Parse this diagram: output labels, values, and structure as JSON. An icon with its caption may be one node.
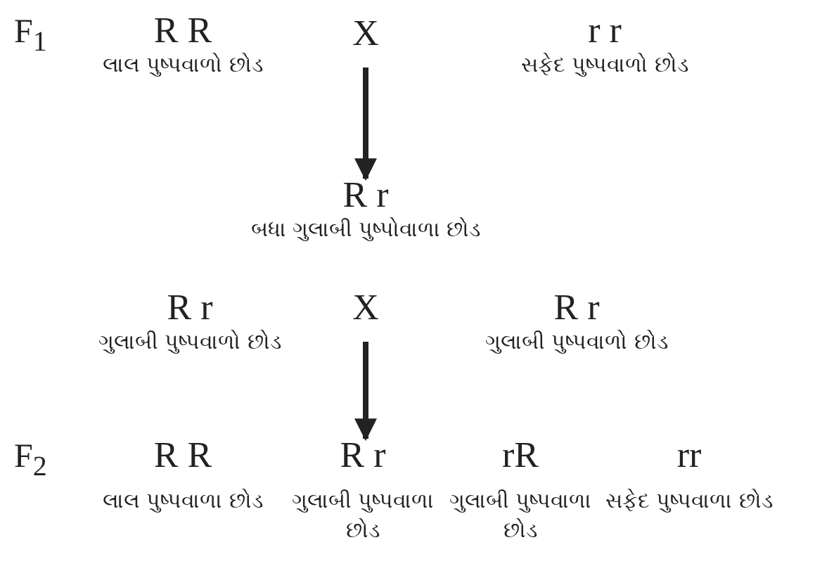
{
  "diagram": {
    "nodes": [
      {
        "text": [
          "R R",
          "લાલ પુષ્પવાળો છોડ"
        ]
      },
      {
        "text": [
          "X"
        ]
      },
      {
        "text": [
          "r r",
          "સફેદ પુષ્પવાળો છોડ"
        ]
      },
      {
        "text": [
          "R r",
          "બધા ગુલાબી પુષ્પોવાળા છોડ"
        ]
      },
      {
        "text": [
          "R r",
          "ગુલાબી પુષ્પવાળો છોડ"
        ]
      },
      {
        "text": [
          "X"
        ]
      },
      {
        "text": [
          "R r",
          "ગુલાબી પુષ્પવાળો છોડ"
        ]
      },
      {
        "text": [
          "R R",
          "લાલ પુષ્પવાળા છોડ"
        ]
      },
      {
        "text": [
          "R r",
          "ગુલાબી પુષ્પવાળા છોડ"
        ]
      },
      {
        "text": [
          "rR",
          "ગુલાબી પુષ્પવાળા છોડ"
        ]
      },
      {
        "text": [
          "rr",
          "સફેદ પુષ્પવાળા છોડ"
        ]
      }
    ],
    "edges": [
      {
        "from": 1,
        "to": 3,
        "arrow": "to"
      },
      {
        "from": 5,
        "to": 8,
        "arrow": "to"
      }
    ],
    "labels": [
      "F$_{1}$",
      "F$_{2}$"
    ]
  }
}
